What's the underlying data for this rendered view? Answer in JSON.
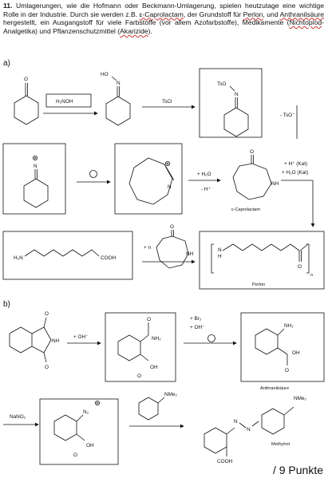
{
  "task_number": "11.",
  "intro": {
    "p1": "Umlagerungen, wie die Hofmann oder Beckmann-Umlagerung, spielen heutzutage eine wichtige Rolle in der Industrie. Durch sie werden z.B. ",
    "caprolactam": "ε-Caprolactam",
    "p2": ", der Grundstoff für ",
    "perlon": "Perlon",
    "p3": ", und ",
    "anthranil": "Anthranilsäure",
    "p4": " hergestellt, ein Ausgangstoff für viele Farbstoffe (vor allem Azofarbstoffe), Medikamente (",
    "nichtopioid": "Nichtopiod",
    "p5": "-Analgetika) und Pflanzenschutzmittel (",
    "akarizide": "Akarizide",
    "p6": ")."
  },
  "part_a": {
    "label": "a)",
    "reagent_hydroxylamine": "H₂NOH",
    "reagent_tscl": "TsCl",
    "oxime_label": "HO",
    "tosyl_label": "TsO",
    "minus_tso": "- TsO⁻",
    "plus_h2o": "+ H₂O",
    "minus_h": "- H⁺",
    "caprolactam_name": "ε-Caprolactam",
    "acid_cat": "+ H⁺ (Kat)",
    "water_cat": "+ H₂O (Kat)",
    "aminoacid_left": "H₂N",
    "aminoacid_right": "COOH",
    "plus_n": "+ n",
    "perlon_name": "Perlon",
    "o": "O",
    "n": "N",
    "nh": "NH",
    "h": "H",
    "sub_n": "n"
  },
  "part_b": {
    "label": "b)",
    "plus_oh": "+ OH⁻",
    "plus_br2": "+ Br₂",
    "conh2": "NH₂",
    "oh": "OH",
    "nh2": "NH₂",
    "anthranil_name": "Anthranilsäure",
    "nano2": "NaNO₂",
    "diazonium": "N₂",
    "nme2": "NMe₂",
    "azo_n": "N",
    "cooh": "COOH",
    "methylrot_name": "Methylrot"
  },
  "score": "/ 9 Punkte"
}
